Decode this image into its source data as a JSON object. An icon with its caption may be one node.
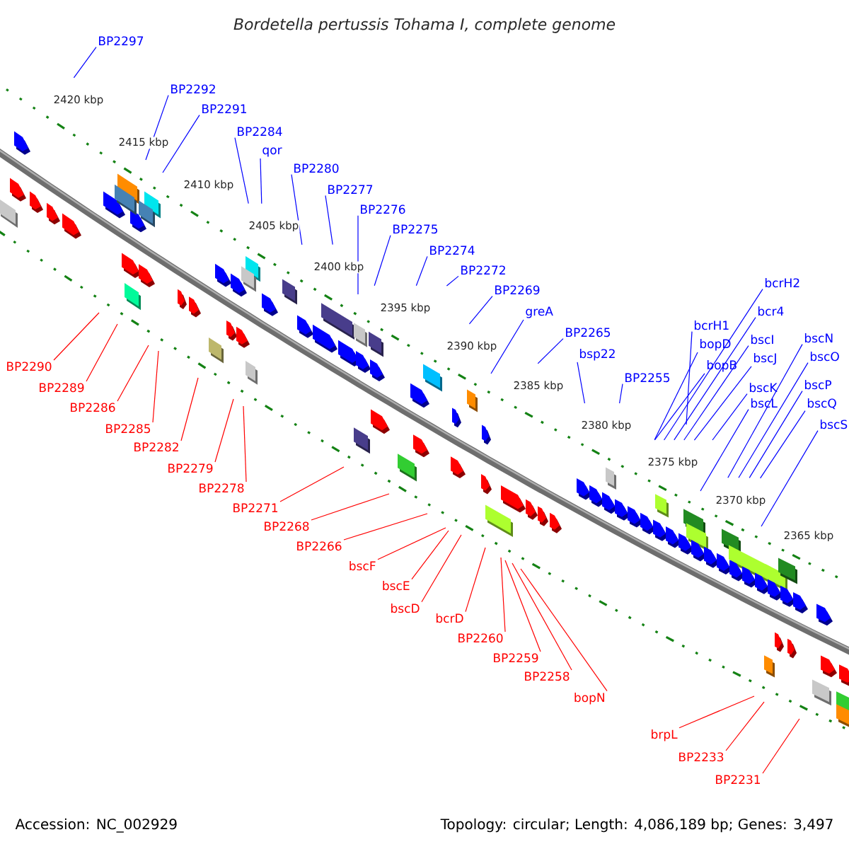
{
  "diagram": {
    "title": "Bordetella pertussis Tohama I, complete genome",
    "nodes": [
      {
        "text": [
          "BP2297"
        ]
      },
      {
        "text": [
          "BP2292"
        ]
      },
      {
        "text": [
          "BP2291"
        ]
      },
      {
        "text": [
          "BP2284"
        ]
      },
      {
        "text": [
          "qor"
        ]
      },
      {
        "text": [
          "BP2280"
        ]
      },
      {
        "text": [
          "BP2277"
        ]
      },
      {
        "text": [
          "BP2276"
        ]
      },
      {
        "text": [
          "BP2275"
        ]
      },
      {
        "text": [
          "BP2274"
        ]
      },
      {
        "text": [
          "BP2272"
        ]
      },
      {
        "text": [
          "BP2269"
        ]
      },
      {
        "text": [
          "greA"
        ]
      },
      {
        "text": [
          "BP2265"
        ]
      },
      {
        "text": [
          "bsp22"
        ]
      },
      {
        "text": [
          "BP2255"
        ]
      },
      {
        "text": [
          "bcrH1"
        ]
      },
      {
        "text": [
          "bopD"
        ]
      },
      {
        "text": [
          "bopB"
        ]
      },
      {
        "text": [
          "bcrH2"
        ]
      },
      {
        "text": [
          "bcr4"
        ]
      },
      {
        "text": [
          "bscI"
        ]
      },
      {
        "text": [
          "bscJ"
        ]
      },
      {
        "text": [
          "bscK"
        ]
      },
      {
        "text": [
          "bscL"
        ]
      },
      {
        "text": [
          "bscN"
        ]
      },
      {
        "text": [
          "bscO"
        ]
      },
      {
        "text": [
          "bscP"
        ]
      },
      {
        "text": [
          "bscQ"
        ]
      },
      {
        "text": [
          "bscS"
        ]
      },
      {
        "text": [
          "BP2290"
        ]
      },
      {
        "text": [
          "BP2289"
        ]
      },
      {
        "text": [
          "BP2286"
        ]
      },
      {
        "text": [
          "BP2285"
        ]
      },
      {
        "text": [
          "BP2282"
        ]
      },
      {
        "text": [
          "BP2279"
        ]
      },
      {
        "text": [
          "BP2278"
        ]
      },
      {
        "text": [
          "BP2271"
        ]
      },
      {
        "text": [
          "BP2268"
        ]
      },
      {
        "text": [
          "BP2266"
        ]
      },
      {
        "text": [
          "bscF"
        ]
      },
      {
        "text": [
          "bscE"
        ]
      },
      {
        "text": [
          "bscD"
        ]
      },
      {
        "text": [
          "bcrD"
        ]
      },
      {
        "text": [
          "BP2260"
        ]
      },
      {
        "text": [
          "BP2259"
        ]
      },
      {
        "text": [
          "BP2258"
        ]
      },
      {
        "text": [
          "bopN"
        ]
      },
      {
        "text": [
          "brpL"
        ]
      },
      {
        "text": [
          "BP2233"
        ]
      },
      {
        "text": [
          "BP2231"
        ]
      }
    ],
    "edges": [
      {
        "from": 0,
        "to": null,
        "arrow": "none"
      },
      {
        "from": 1,
        "to": null,
        "arrow": "none"
      },
      {
        "from": 2,
        "to": null,
        "arrow": "none"
      },
      {
        "from": 3,
        "to": null,
        "arrow": "none"
      },
      {
        "from": 4,
        "to": null,
        "arrow": "none"
      },
      {
        "from": 5,
        "to": null,
        "arrow": "none"
      },
      {
        "from": 6,
        "to": null,
        "arrow": "none"
      },
      {
        "from": 7,
        "to": null,
        "arrow": "none"
      },
      {
        "from": 8,
        "to": null,
        "arrow": "none"
      },
      {
        "from": 9,
        "to": null,
        "arrow": "none"
      },
      {
        "from": 10,
        "to": null,
        "arrow": "none"
      },
      {
        "from": 11,
        "to": null,
        "arrow": "none"
      },
      {
        "from": 12,
        "to": null,
        "arrow": "none"
      },
      {
        "from": 13,
        "to": null,
        "arrow": "none"
      },
      {
        "from": 14,
        "to": null,
        "arrow": "none"
      },
      {
        "from": 15,
        "to": null,
        "arrow": "none"
      },
      {
        "from": 16,
        "to": null,
        "arrow": "none"
      },
      {
        "from": 17,
        "to": null,
        "arrow": "none"
      },
      {
        "from": 18,
        "to": null,
        "arrow": "none"
      },
      {
        "from": 19,
        "to": null,
        "arrow": "none"
      },
      {
        "from": 20,
        "to": null,
        "arrow": "none"
      },
      {
        "from": 21,
        "to": null,
        "arrow": "none"
      },
      {
        "from": 22,
        "to": null,
        "arrow": "none"
      },
      {
        "from": 23,
        "to": null,
        "arrow": "none"
      },
      {
        "from": 24,
        "to": null,
        "arrow": "none"
      },
      {
        "from": 25,
        "to": null,
        "arrow": "none"
      },
      {
        "from": 26,
        "to": null,
        "arrow": "none"
      },
      {
        "from": 27,
        "to": null,
        "arrow": "none"
      },
      {
        "from": 28,
        "to": null,
        "arrow": "none"
      },
      {
        "from": 29,
        "to": null,
        "arrow": "none"
      },
      {
        "from": 30,
        "to": null,
        "arrow": "none",
        "color": "#ff0000"
      },
      {
        "from": 31,
        "to": null,
        "arrow": "none",
        "color": "#ff0000"
      },
      {
        "from": 32,
        "to": null,
        "arrow": "none",
        "color": "#ff0000"
      },
      {
        "from": 33,
        "to": null,
        "arrow": "none",
        "color": "#ff0000"
      },
      {
        "from": 34,
        "to": null,
        "arrow": "none",
        "color": "#ff0000"
      },
      {
        "from": 35,
        "to": null,
        "arrow": "none",
        "color": "#ff0000"
      },
      {
        "from": 36,
        "to": null,
        "arrow": "none",
        "color": "#ff0000"
      },
      {
        "from": 37,
        "to": null,
        "arrow": "none",
        "color": "#ff0000"
      },
      {
        "from": 38,
        "to": null,
        "arrow": "none",
        "color": "#ff0000"
      },
      {
        "from": 39,
        "to": null,
        "arrow": "none",
        "color": "#ff0000"
      },
      {
        "from": 40,
        "to": null,
        "arrow": "none",
        "color": "#ff0000"
      },
      {
        "from": 41,
        "to": null,
        "arrow": "none",
        "color": "#ff0000"
      },
      {
        "from": 42,
        "to": null,
        "arrow": "none",
        "color": "#ff0000"
      },
      {
        "from": 43,
        "to": null,
        "arrow": "none",
        "color": "#ff0000"
      },
      {
        "from": 44,
        "to": null,
        "arrow": "none",
        "color": "#ff0000"
      },
      {
        "from": 45,
        "to": null,
        "arrow": "none",
        "color": "#ff0000"
      },
      {
        "from": 46,
        "to": null,
        "arrow": "none",
        "color": "#ff0000"
      },
      {
        "from": 47,
        "to": null,
        "arrow": "none",
        "color": "#ff0000"
      },
      {
        "from": 48,
        "to": null,
        "arrow": "none",
        "color": "#ff0000"
      },
      {
        "from": 49,
        "to": null,
        "arrow": "none",
        "color": "#ff0000"
      },
      {
        "from": 50,
        "to": null,
        "arrow": "none",
        "color": "#ff0000"
      }
    ],
    "labels": [
      "2420 kbp",
      "2415 kbp",
      "2410 kbp",
      "2405 kbp",
      "2400 kbp",
      "2395 kbp",
      "2390 kbp",
      "2385 kbp",
      "2380 kbp",
      "2375 kbp",
      "2370 kbp",
      "2365 kbp",
      "Accession: NC_002929",
      "Topology: circular; Length: 4,086,189 bp; Genes: 3,497"
    ]
  }
}
